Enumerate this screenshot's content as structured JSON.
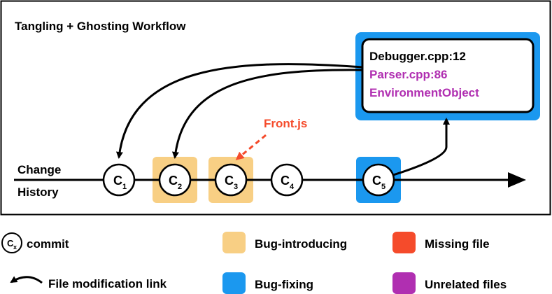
{
  "title": "Tangling + Ghosting Workflow",
  "history_label": [
    "Change",
    "History"
  ],
  "commits": [
    {
      "letter": "C",
      "sub": "1",
      "highlight": ""
    },
    {
      "letter": "C",
      "sub": "2",
      "highlight": "bug-introducing"
    },
    {
      "letter": "C",
      "sub": "3",
      "highlight": "bug-introducing"
    },
    {
      "letter": "C",
      "sub": "4",
      "highlight": ""
    },
    {
      "letter": "C",
      "sub": "5",
      "highlight": "bug-fixing"
    }
  ],
  "fix_box": {
    "lines": [
      {
        "text": "Debugger.cpp:12",
        "kind": "normal"
      },
      {
        "text": "Parser.cpp:86",
        "kind": "unrelated"
      },
      {
        "text": "EnvironmentObject",
        "kind": "unrelated"
      }
    ]
  },
  "missing_file_label": "Front.js",
  "legend": {
    "commit_symbol": {
      "letter": "C",
      "sub": "x"
    },
    "commit_label": "commit",
    "link_label": "File modification link",
    "bug_introducing_label": "Bug-introducing",
    "bug_fixing_label": "Bug-fixing",
    "missing_file_label": "Missing file",
    "unrelated_files_label": "Unrelated files"
  },
  "colors": {
    "bug_introducing": "#f8cf84",
    "bug_fixing": "#1b98ef",
    "missing_file": "#f54b2b",
    "unrelated_files": "#b02fb1",
    "ink": "#000000"
  }
}
